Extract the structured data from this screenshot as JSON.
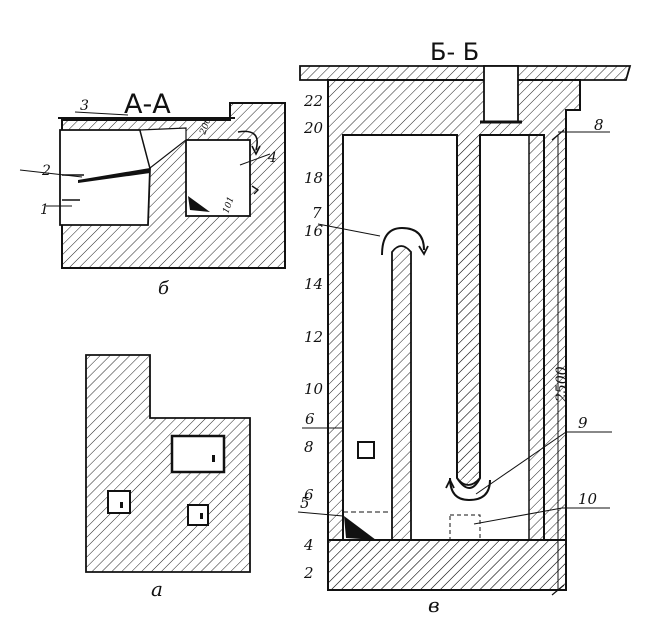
{
  "titles": {
    "section_aa": "А-А",
    "section_bb": "Б- Б"
  },
  "captions": {
    "b": "б",
    "a": "а",
    "v": "в"
  },
  "callouts_aa": {
    "c1": "1",
    "c2": "2",
    "c3": "3",
    "c4": "4"
  },
  "callouts_bb": {
    "c5": "5",
    "c6": "6",
    "c7": "7",
    "c8": "8",
    "c9": "9",
    "c10": "10"
  },
  "row_numbers": [
    "2",
    "4",
    "6",
    "8",
    "10",
    "12",
    "14",
    "16",
    "18",
    "20",
    "22"
  ],
  "dimension": "2500",
  "colors": {
    "ink": "#1a1a1a",
    "paper": "#ffffff"
  }
}
